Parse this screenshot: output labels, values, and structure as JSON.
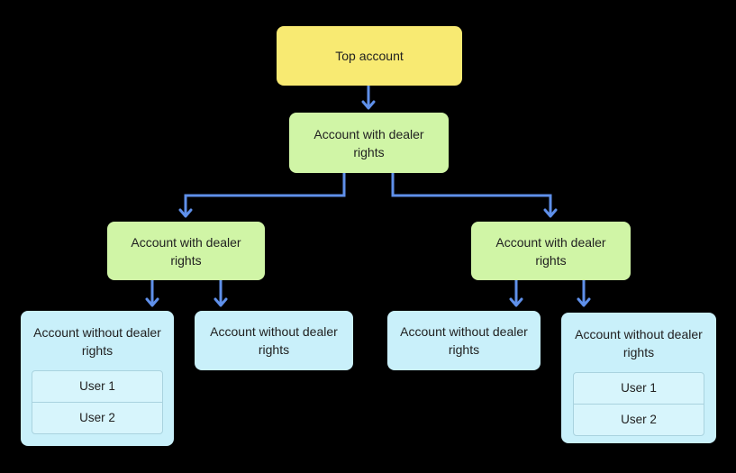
{
  "diagram": {
    "background_color": "#000000",
    "connector_color": "#5F90EA",
    "node_colors": {
      "top_account": "#F8EA72",
      "dealer_rights": "#D0F5A6",
      "without_dealer_rights": "#C9F0FA",
      "user_box_fill": "#D7F5FC",
      "user_box_border": "#A9D3DF"
    },
    "nodes": {
      "top": {
        "label": "Top account"
      },
      "root_dealer": {
        "label": "Account with dealer rights"
      },
      "left_dealer": {
        "label": "Account with dealer rights"
      },
      "right_dealer": {
        "label": "Account with dealer rights"
      },
      "leaf_far_left": {
        "label": "Account without dealer rights",
        "users": [
          "User 1",
          "User 2"
        ]
      },
      "leaf_mid_left": {
        "label": "Account without dealer rights"
      },
      "leaf_mid_right": {
        "label": "Account without dealer rights"
      },
      "leaf_far_right": {
        "label": "Account without dealer rights",
        "users": [
          "User 1",
          "User 2"
        ]
      }
    }
  }
}
